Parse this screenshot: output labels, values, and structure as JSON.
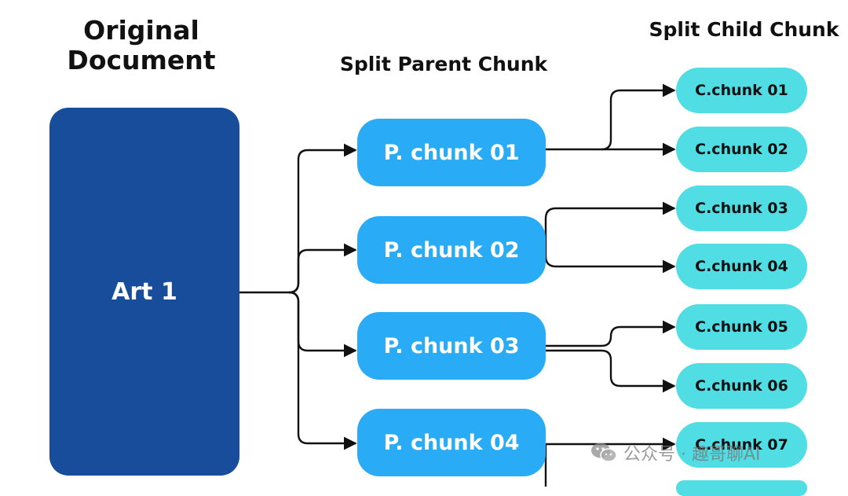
{
  "headings": {
    "original_line1": "Original",
    "original_line2": "Document",
    "parent": "Split Parent Chunk",
    "child": "Split Child Chunk"
  },
  "document": {
    "label": "Art 1"
  },
  "parent_chunks": [
    "P. chunk 01",
    "P. chunk 02",
    "P. chunk 03",
    "P. chunk 04"
  ],
  "child_chunks": [
    "C.chunk 01",
    "C.chunk 02",
    "C.chunk 03",
    "C.chunk 04",
    "C.chunk 05",
    "C.chunk 06",
    "C.chunk 07"
  ],
  "watermark": {
    "text": "公众号 · 趣哥聊AI",
    "icon": "wechat-icon"
  },
  "colors": {
    "document": "#174d9b",
    "parent": "#2aabf5",
    "child": "#50dde3",
    "line": "#111111"
  }
}
